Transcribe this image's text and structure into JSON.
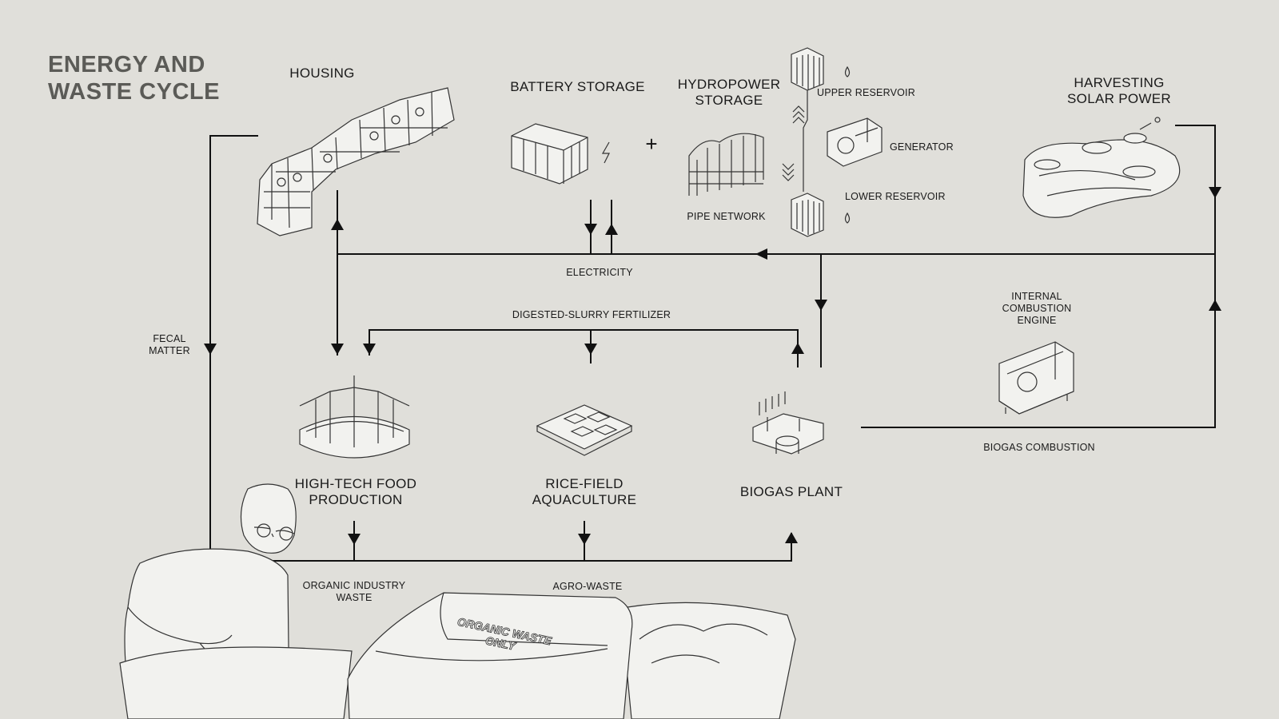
{
  "title": {
    "line1": "ENERGY AND",
    "line2": "WASTE CYCLE"
  },
  "nodes": {
    "housing": "HOUSING",
    "battery": "BATTERY STORAGE",
    "plus": "+",
    "hydro_line1": "HYDROPOWER",
    "hydro_line2": "STORAGE",
    "upper_reservoir": "UPPER RESERVOIR",
    "generator": "GENERATOR",
    "lower_reservoir": "LOWER RESERVOIR",
    "pipe_network": "PIPE NETWORK",
    "solar_line1": "HARVESTING",
    "solar_line2": "SOLAR POWER",
    "ice_line1": "INTERNAL",
    "ice_line2": "COMBUSTION",
    "ice_line3": "ENGINE",
    "food_line1": "HIGH-TECH FOOD",
    "food_line2": "PRODUCTION",
    "rice_line1": "RICE-FIELD",
    "rice_line2": "AQUACULTURE",
    "biogas": "BIOGAS PLANT"
  },
  "flows": {
    "electricity": "ELECTRICITY",
    "slurry": "DIGESTED-SLURRY FERTILIZER",
    "fecal_line1": "FECAL",
    "fecal_line2": "MATTER",
    "biogas_combustion": "BIOGAS COMBUSTION",
    "organic_line1": "ORGANIC INDUSTRY",
    "organic_line2": "WASTE",
    "agro_waste": "AGRO-WASTE"
  },
  "bin_label_line1": "ORGANIC WASTE",
  "bin_label_line2": "ONLY",
  "colors": {
    "background": "#e0dfda",
    "line": "#111111",
    "title": "#5b5b57"
  }
}
